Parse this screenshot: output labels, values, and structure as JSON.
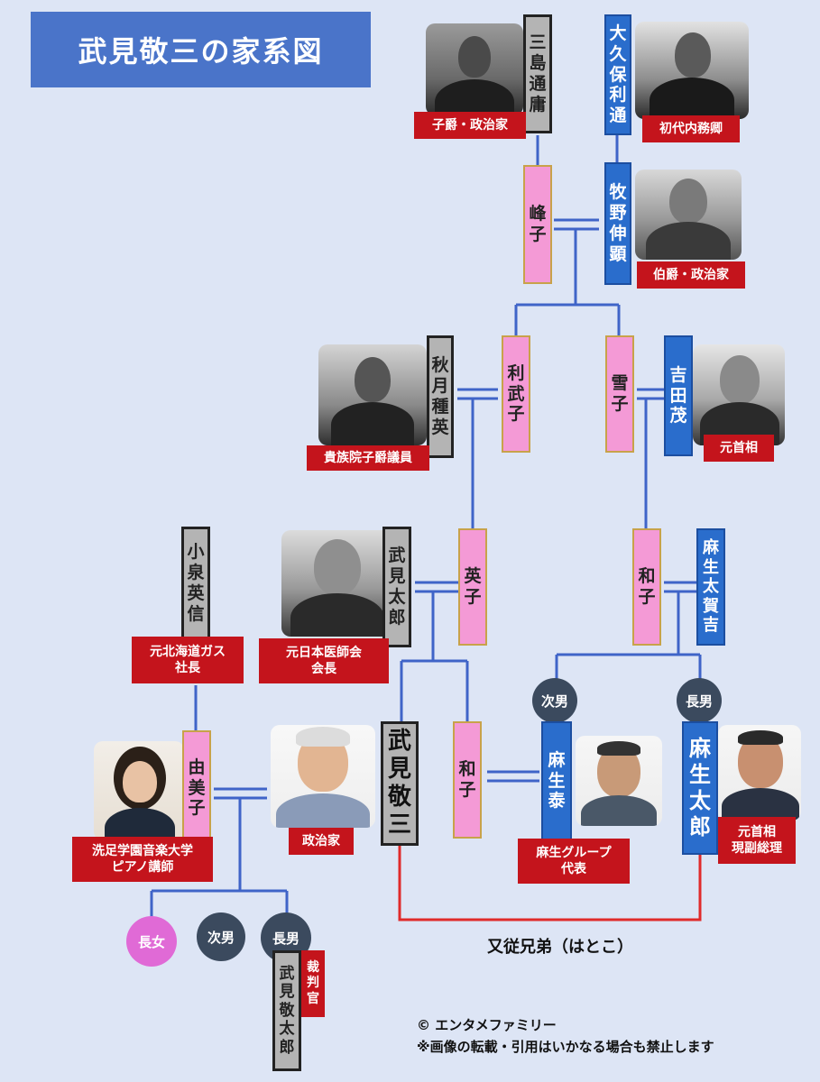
{
  "title": "武見敬三の家系図",
  "people": {
    "mishima": {
      "name": "三島通庸",
      "role": "子爵・政治家"
    },
    "okubo": {
      "name": "大久保利通",
      "role": "初代内務卿"
    },
    "mineko": {
      "name": "峰子"
    },
    "makino": {
      "name": "牧野伸顕",
      "role": "伯爵・政治家"
    },
    "akizuki": {
      "name": "秋月種英",
      "role": "貴族院子爵議員"
    },
    "ritake": {
      "name": "利武子"
    },
    "yukiko": {
      "name": "雪子"
    },
    "yoshida": {
      "name": "吉田茂",
      "role": "元首相"
    },
    "eiko": {
      "name": "英子"
    },
    "takemi_taro": {
      "name": "武見太郎",
      "role": "元日本医師会\n会長"
    },
    "kazuko1": {
      "name": "和子"
    },
    "aso_takakichi": {
      "name": "麻生太賀吉"
    },
    "koizumi": {
      "name": "小泉英信",
      "role": "元北海道ガス\n社長"
    },
    "yumiko": {
      "name": "由美子",
      "role": "洗足学園音楽大学\nピアノ講師"
    },
    "politician": {
      "role": "政治家"
    },
    "takemi_keizo": {
      "name": "武見敬三"
    },
    "kazuko2": {
      "name": "和子"
    },
    "aso_yutaka": {
      "name": "麻生泰",
      "role": "麻生グループ\n代表"
    },
    "aso_taro": {
      "name": "麻生太郎",
      "role": "元首相\n現副総理"
    },
    "keitaro": {
      "name": "武見敬太郎",
      "role": "裁判官"
    }
  },
  "badges": {
    "jinan_aso": "次男",
    "chonan_aso": "長男",
    "chojo": "長女",
    "jinan_takemi": "次男",
    "chonan_takemi": "長男"
  },
  "relation_label": "又従兄弟（はとこ）",
  "copyright": "© エンタメファミリー",
  "notice": "※画像の転載・引用はいかなる場合も禁止します",
  "colors": {
    "background": "#dde5f5",
    "title_bg": "#4a74c9",
    "female_box": "#f49ad6",
    "male_box": "#2a6dcc",
    "gray_box": "#b4b4b4",
    "role_label": "#c4141c",
    "line_blue": "#3f64c8",
    "line_red": "#e02a2a"
  }
}
